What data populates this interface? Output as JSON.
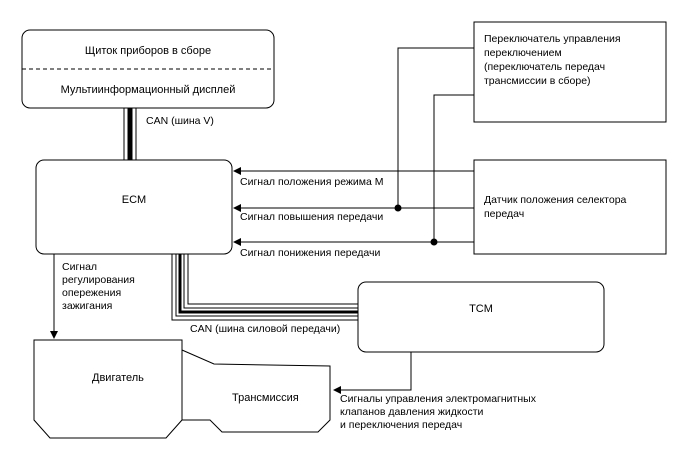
{
  "cluster": {
    "title": "Щиток приборов в сборе",
    "display": "Мультиинформационный дисплей"
  },
  "bus_v_label": "CAN (шина V)",
  "ecm_label": "ECM",
  "shift_switch": {
    "lines": [
      "Переключатель управления",
      "переключением",
      "(переключатель передач",
      "трансмиссии в сборе)"
    ]
  },
  "selector_sensor": {
    "lines": [
      "Датчик положения селектора",
      "передач"
    ]
  },
  "signals": {
    "m_mode": "Сигнал положения режима M",
    "upshift": "Сигнал повышения передачи",
    "downshift": "Сигнал понижения передачи"
  },
  "ignition_signal": {
    "lines": [
      "Сигнал",
      "регулирования",
      "опережения",
      "зажигания"
    ]
  },
  "tcm_label": "TCM",
  "powertrain_bus_label": "CAN (шина силовой передачи)",
  "engine_label": "Двигатель",
  "transmission_label": "Трансмиссия",
  "solenoid_signals": {
    "lines": [
      "Сигналы управления электромагнитных",
      "клапанов давления жидкости",
      "и переключения передач"
    ]
  }
}
